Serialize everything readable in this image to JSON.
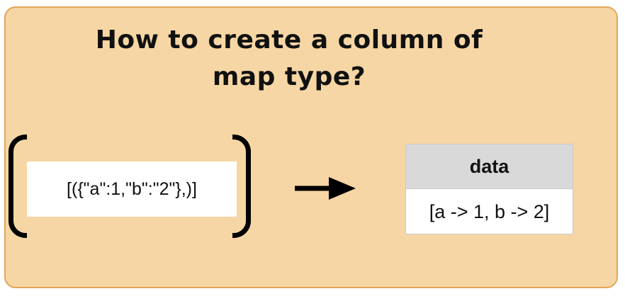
{
  "title": {
    "line1": "How to create a column of",
    "line2": "map type?"
  },
  "input": {
    "code": "[({\"a\":1,\"b\":\"2\"},)]"
  },
  "output_table": {
    "header": "data",
    "rows": [
      "[a -> 1, b -> 2]"
    ]
  },
  "colors": {
    "background": "#f6d6a4",
    "border": "#e3a657",
    "table_header": "#d9d9d9"
  },
  "icons": {
    "arrow": "right-arrow-icon"
  }
}
